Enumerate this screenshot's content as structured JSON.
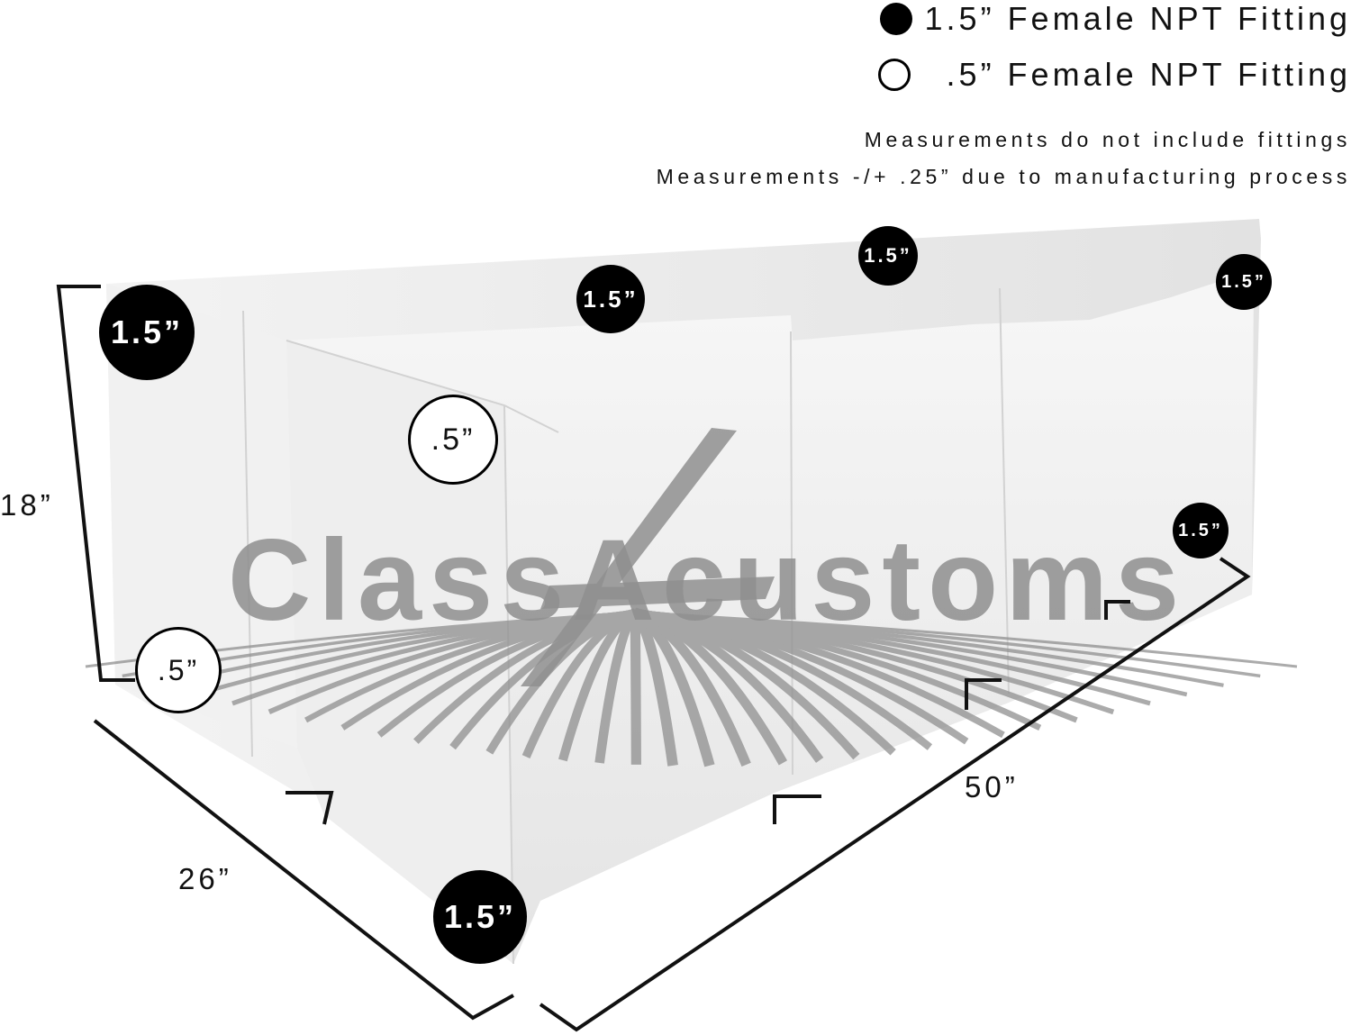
{
  "legend": [
    {
      "label": "1.5” Female NPT Fitting",
      "type": "large"
    },
    {
      "label": ".5” Female NPT Fitting",
      "type": "small"
    }
  ],
  "notes": [
    "Measurements do not include fittings",
    "Measurements -/+ .25” due to manufacturing process"
  ],
  "dimensions": {
    "height": "18”",
    "width": "26”",
    "length": "50”"
  },
  "watermark": "ClassAcustoms",
  "fittings": [
    {
      "label": "1.5”",
      "type": "large"
    },
    {
      "label": "1.5”",
      "type": "large"
    },
    {
      "label": "1.5”",
      "type": "large"
    },
    {
      "label": "1.5”",
      "type": "large"
    },
    {
      "label": ".5”",
      "type": "small"
    },
    {
      "label": "1.5”",
      "type": "large"
    },
    {
      "label": ".5”",
      "type": "small"
    },
    {
      "label": "1.5”",
      "type": "large"
    }
  ],
  "colors": {
    "tank": "#ececec",
    "tank_shadow": "#dadada",
    "watermark": "#8f8f8f",
    "fitting_large": "#000000",
    "fitting_small": "#ffffff"
  }
}
